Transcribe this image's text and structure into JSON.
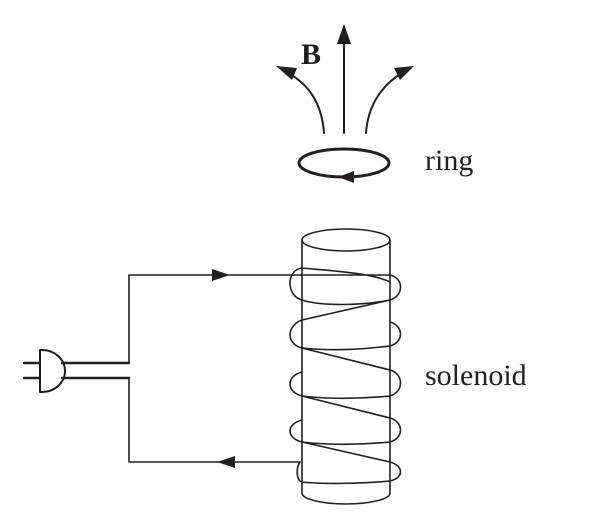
{
  "labels": {
    "field": "B",
    "ring": "ring",
    "solenoid": "solenoid"
  },
  "colors": {
    "ink": "#231f20",
    "background": "#ffffff"
  }
}
